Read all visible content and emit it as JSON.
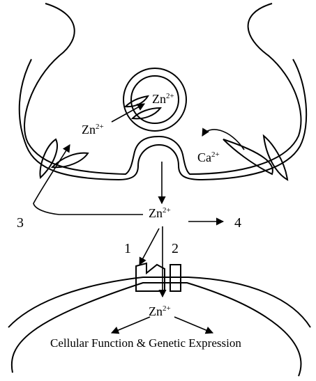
{
  "labels": {
    "zn_vesicle": {
      "base": "Zn",
      "charge": "2+"
    },
    "zn_cytosol": {
      "base": "Zn",
      "charge": "2+"
    },
    "ca": {
      "base": "Ca",
      "charge": "2+"
    },
    "zn_cleft": {
      "base": "Zn",
      "charge": "2+"
    },
    "zn_post": {
      "base": "Zn",
      "charge": "2+"
    },
    "path_1": "1",
    "path_2": "2",
    "path_3": "3",
    "path_4": "4",
    "caption": "Cellular Function & Genetic Expression"
  }
}
